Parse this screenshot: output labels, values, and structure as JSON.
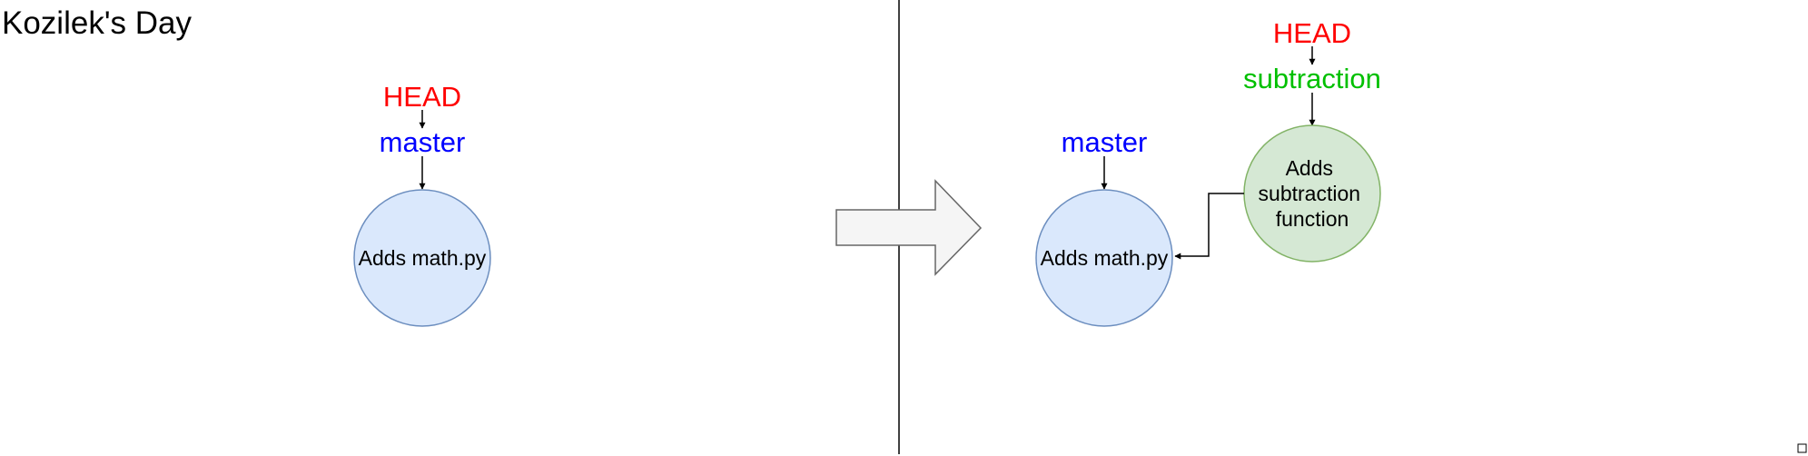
{
  "diagram": {
    "title": "Kozilek's Day",
    "before": {
      "head_label": "HEAD",
      "branch_label": "master",
      "commit_label": "Adds math.py"
    },
    "after": {
      "branch_label": "master",
      "commit_label": "Adds math.py",
      "new_head_label": "HEAD",
      "new_branch_label": "subtraction",
      "new_commit_lines": [
        "Adds",
        "subtraction",
        "function"
      ]
    }
  },
  "colors": {
    "head": "#ff0000",
    "master_branch": "#0000ff",
    "subtraction_branch": "#00c000",
    "commit_blue_fill": "#dae8fc",
    "commit_blue_stroke": "#6c8ebf",
    "commit_green_fill": "#d5e8d4",
    "commit_green_stroke": "#82b366",
    "transition_arrow_fill": "#f5f5f5",
    "transition_arrow_stroke": "#666666"
  }
}
